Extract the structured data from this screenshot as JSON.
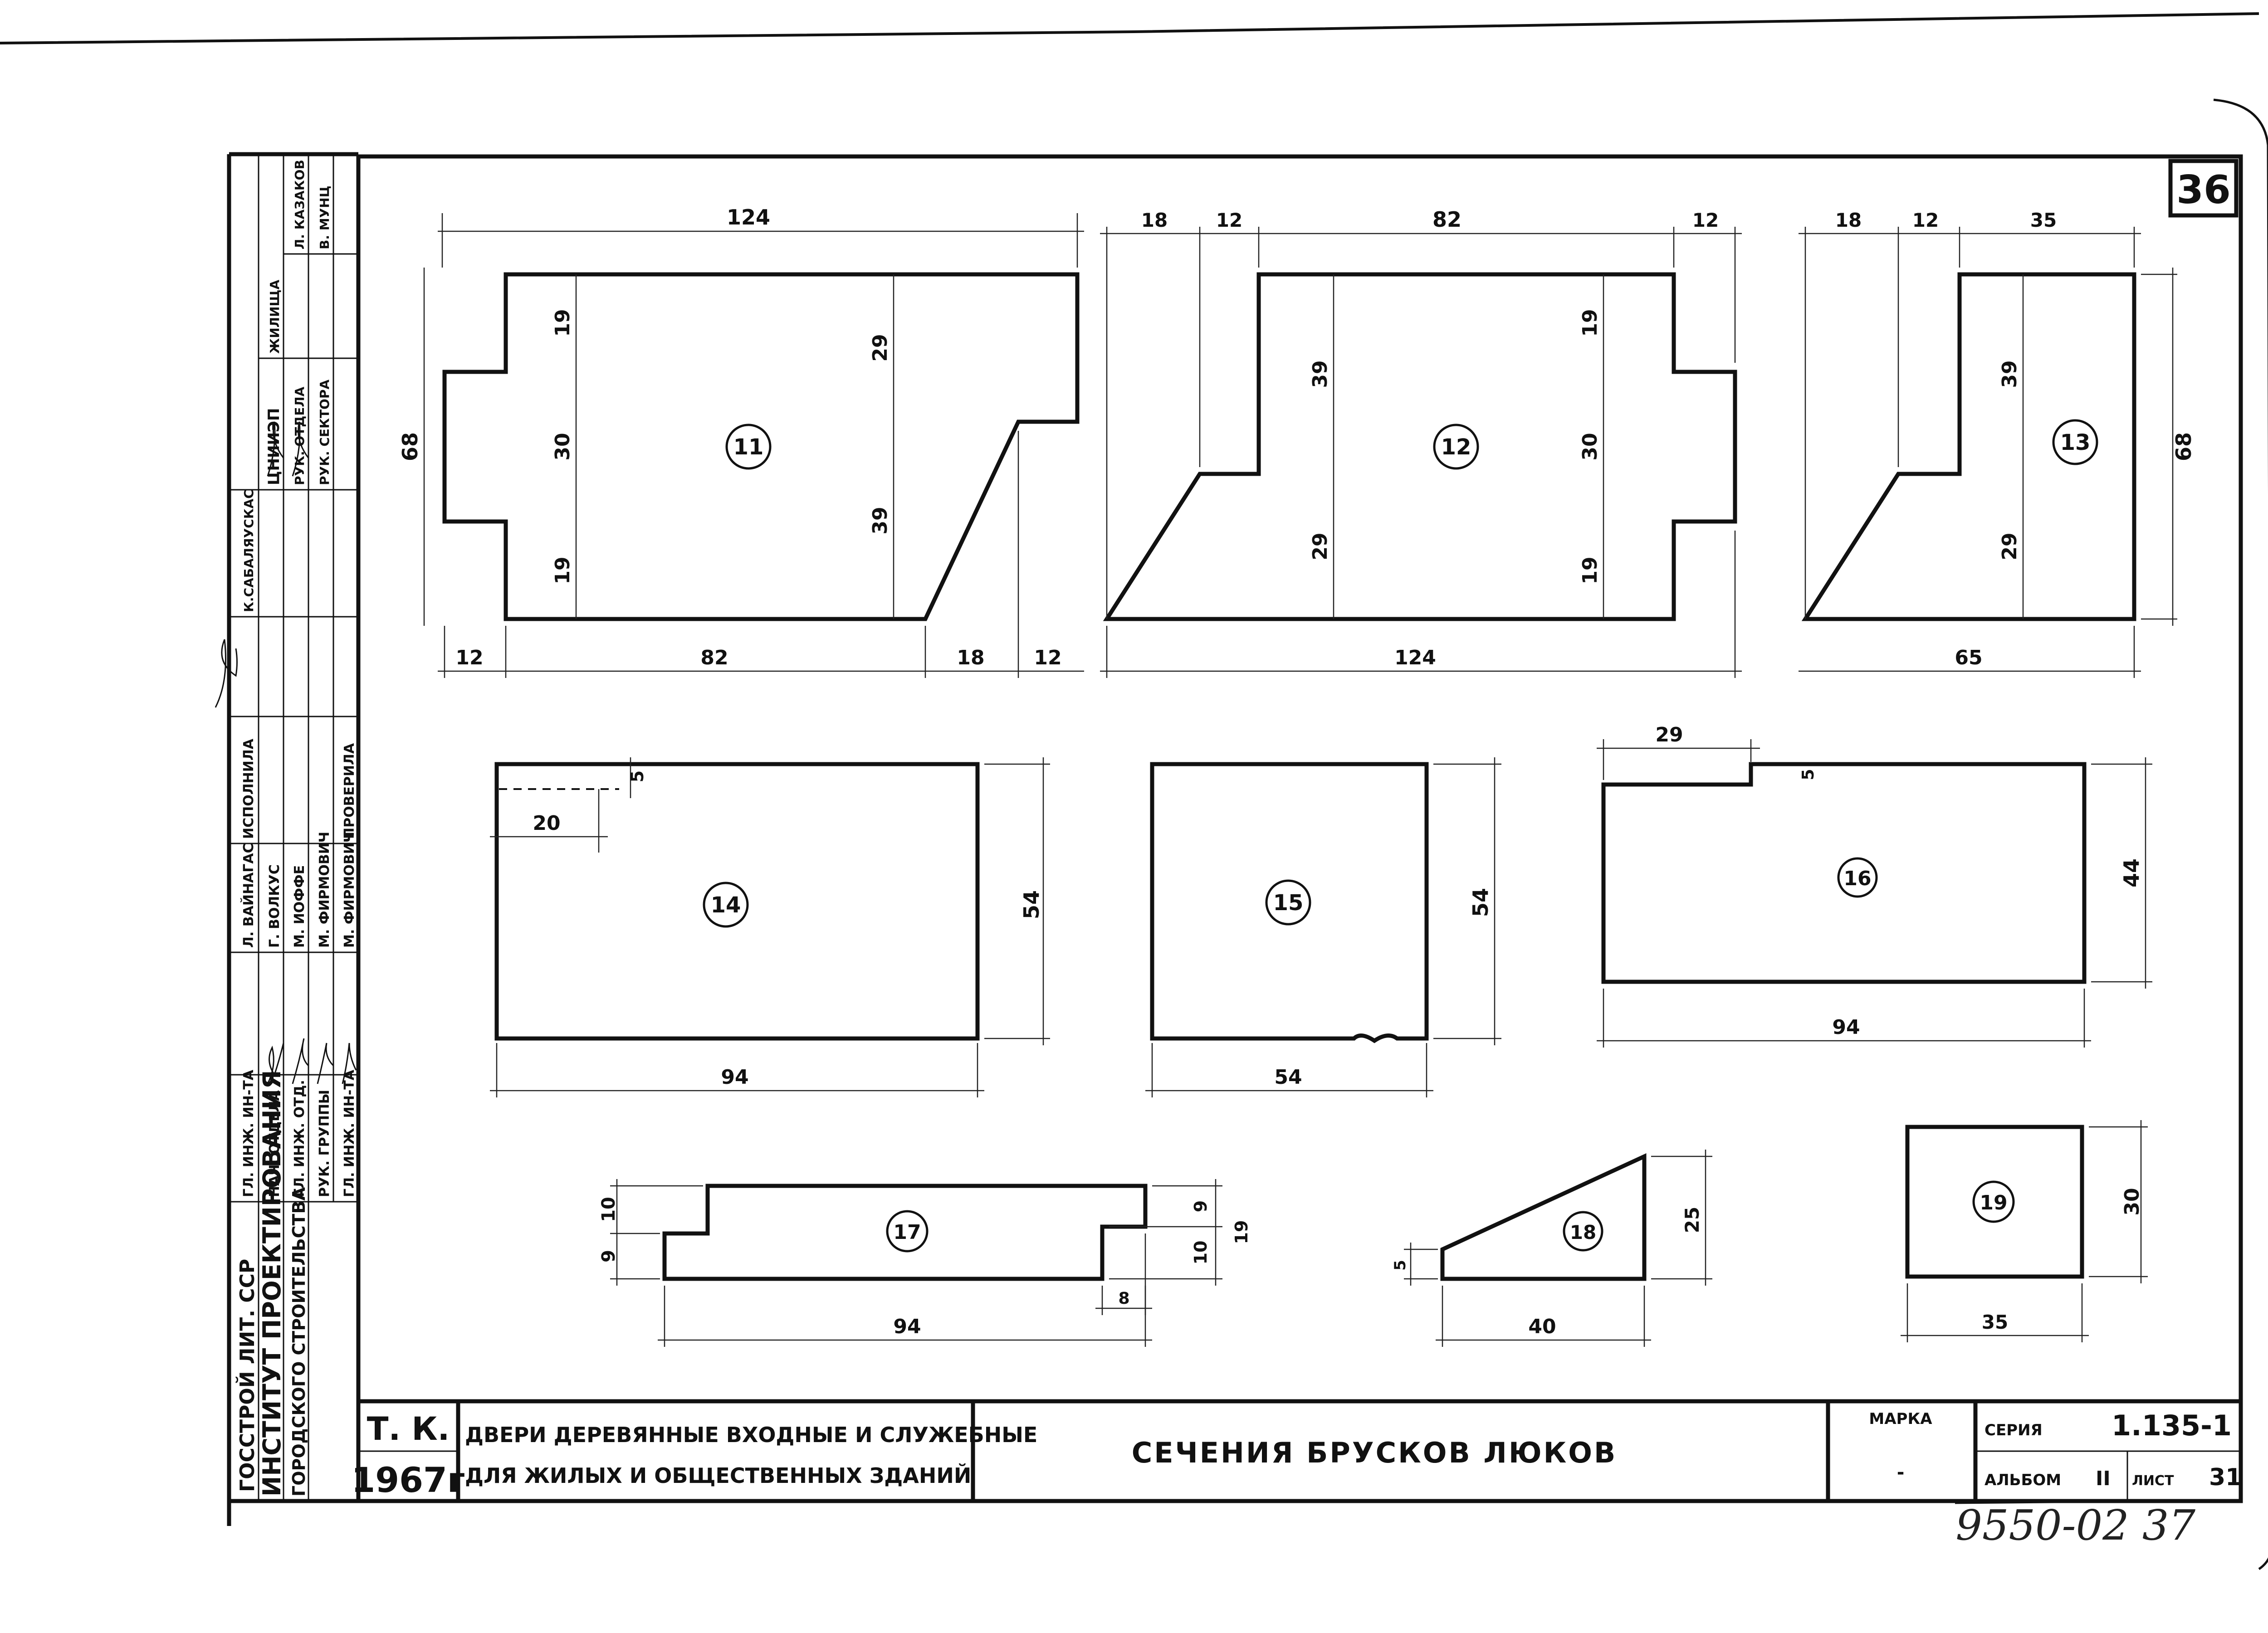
{
  "sheet": {
    "number": "36",
    "bottom_handwritten": "9550-02 37"
  },
  "side_stamp": {
    "org1": "ГОССТРОЙ ЛИТ. ССР",
    "org2": "ИНСТИТУТ ПРОЕКТИРОВАНИЯ",
    "org3": "ГОРОДСКОГО СТРОИТЕЛЬСТВА",
    "roles": [
      "ГЛ. ИНЖ. ИН-ТА",
      "НАЧ. ОТДЕЛА",
      "ГЛ. ИНЖ. ОТД.",
      "РУК. ГРУППЫ",
      "ГЛ. ИНЖ. ИН-ТА"
    ],
    "names": [
      "Л. ВАЙНАГАС",
      "Г. ВОЛКУС",
      "М. ИОФФЕ",
      "М. ФИРМОВИЧ",
      "М. ФИРМОВИЧ"
    ],
    "names_b": [
      "ИСПОЛНИЛА",
      "",
      "",
      "",
      "ПРОВЕРИЛА"
    ],
    "roles2": [
      "К.САБАЛЯУСКАС",
      "ЦНИИЭП",
      "РУК. ОТДЕЛА",
      "РУК. СЕКТОРА"
    ],
    "names2": [
      "ЖИЛИЩА",
      "Л. КАЗАКОВ",
      "В. МУНЦ"
    ]
  },
  "title_block": {
    "tk": "Т. К.",
    "year": "1967г",
    "project_line1": "ДВЕРИ ДЕРЕВЯННЫЕ ВХОДНЫЕ И СЛУЖЕБНЫЕ",
    "project_line2": "ДЛЯ ЖИЛЫХ И ОБЩЕСТВЕННЫХ ЗДАНИЙ",
    "drawing_title": "СЕЧЕНИЯ БРУСКОВ ЛЮКОВ",
    "marka_label": "МАРКА",
    "marka_value": "-",
    "seria_label": "СЕРИЯ",
    "seria_value": "1.135-1",
    "album_label": "АЛЬБОМ",
    "album_value": "II",
    "list_label": "ЛИСТ",
    "list_value": "31"
  },
  "sections": {
    "s11": {
      "label": "11",
      "dims": [
        "124",
        "68",
        "19",
        "30",
        "19",
        "29",
        "39",
        "12",
        "82",
        "18",
        "12"
      ]
    },
    "s12": {
      "label": "12",
      "dims": [
        "18",
        "12",
        "82",
        "12",
        "39",
        "29",
        "19",
        "30",
        "19",
        "124"
      ]
    },
    "s13": {
      "label": "13",
      "dims": [
        "18",
        "12",
        "35",
        "39",
        "29",
        "68",
        "65"
      ]
    },
    "s14": {
      "label": "14",
      "dims": [
        "5",
        "20",
        "54",
        "94"
      ]
    },
    "s15": {
      "label": "15",
      "dims": [
        "54",
        "54"
      ]
    },
    "s16": {
      "label": "16",
      "dims": [
        "29",
        "5",
        "44",
        "94"
      ]
    },
    "s17": {
      "label": "17",
      "dims": [
        "10",
        "9",
        "9",
        "10",
        "19",
        "8",
        "94"
      ]
    },
    "s18": {
      "label": "18",
      "dims": [
        "5",
        "25",
        "40"
      ]
    },
    "s19": {
      "label": "19",
      "dims": [
        "30",
        "35"
      ]
    }
  }
}
